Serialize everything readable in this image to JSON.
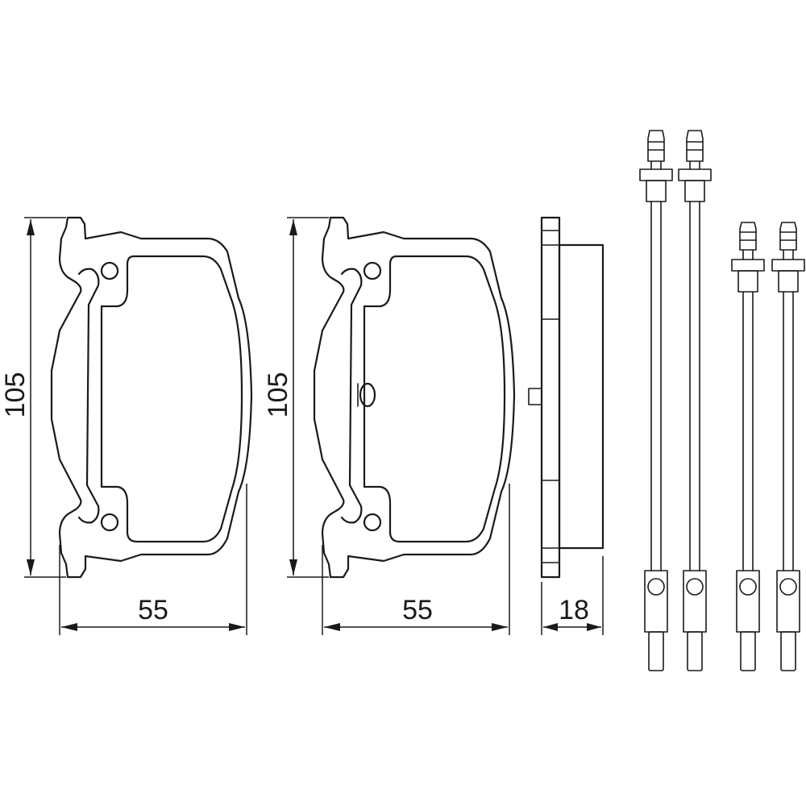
{
  "dimensions": {
    "pad1_height": "105",
    "pad1_width": "55",
    "pad2_height": "105",
    "pad2_width": "55",
    "pad_thickness": "18"
  },
  "colors": {
    "line": "#1a1a1a",
    "background": "#ffffff"
  }
}
